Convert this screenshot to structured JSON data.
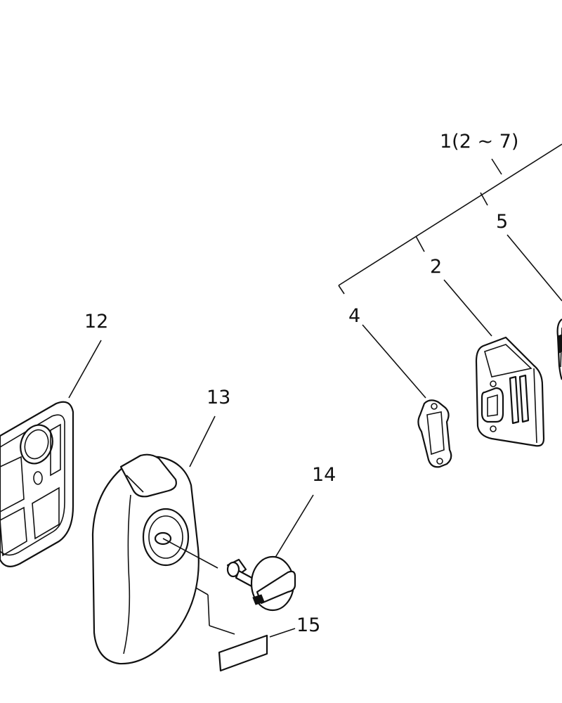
{
  "labels": {
    "assembly": "1(2 ~ 7)",
    "p2": "2",
    "p4": "4",
    "p5": "5",
    "p12": "12",
    "p13": "13",
    "p14": "14",
    "p15": "15"
  }
}
